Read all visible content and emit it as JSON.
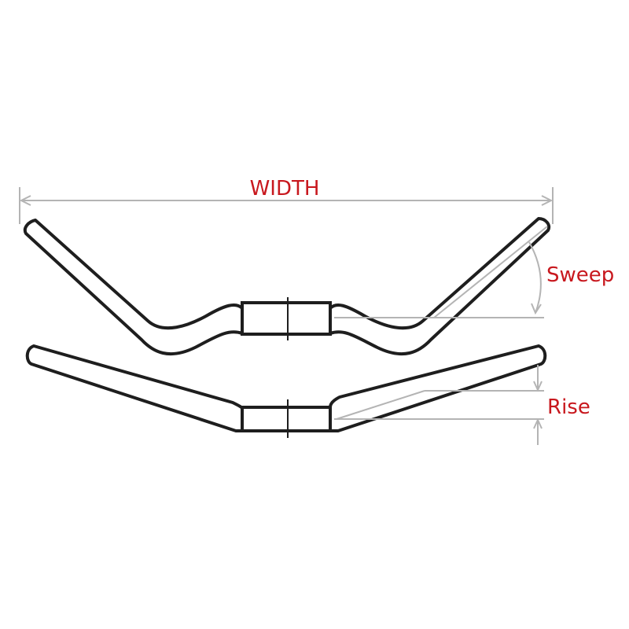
{
  "labels": {
    "width": "WIDTH",
    "sweep": "Sweep",
    "rise": "Rise"
  },
  "colors": {
    "label": "#c8181e",
    "outline": "#1e1e1e",
    "dimension": "#b4b4b4",
    "background": "#ffffff"
  }
}
